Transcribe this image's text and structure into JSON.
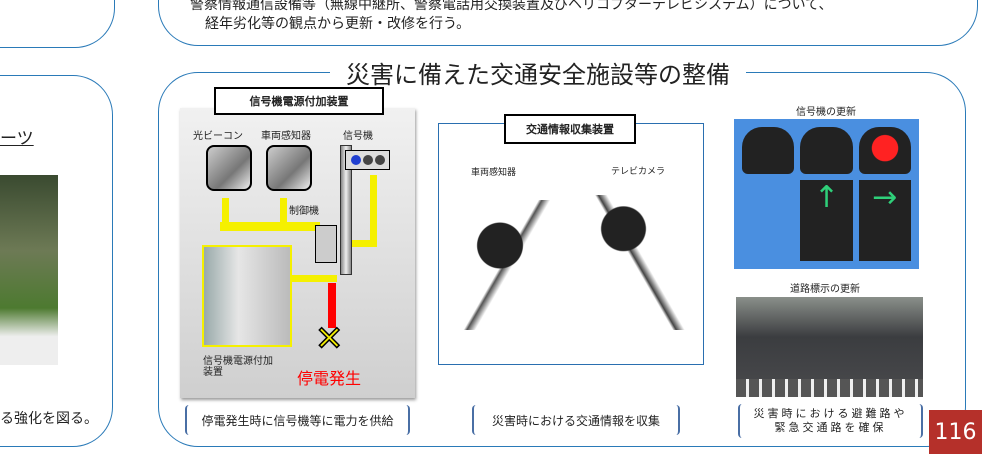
{
  "top_panel": {
    "line1": "警察情報通信設備等（無線中継所、警察電話用交換装置及びヘリコプターテレビシステム）について、",
    "line2": "経年劣化等の観点から更新・改修を行う。"
  },
  "left_panel": {
    "heading_fragment": "ーツ",
    "footer_fragment": "る強化を図る。"
  },
  "section_title": "災害に備えた交通安全施設等の整備",
  "power": {
    "title": "信号機電源付加装置",
    "beacon": "光ビーコン",
    "detector": "車両感知器",
    "signal": "信号機",
    "controller": "制御機",
    "device": "信号機電源付加装置",
    "outage": "停電発生",
    "caption": "停電発生時に信号機等に電力を供給"
  },
  "traffic_info": {
    "title": "交通情報収集装置",
    "detector": "車両感知器",
    "camera": "テレビカメラ",
    "caption": "災害時における交通情報を収集"
  },
  "right": {
    "signal_update": "信号機の更新",
    "sign_update": "道路標示の更新",
    "caption_line1": "災害時における避難路や",
    "caption_line2": "緊急交通路を確保"
  },
  "page_number": "116",
  "colors": {
    "border": "#2a7ab8",
    "page_badge": "#b5302a",
    "arrow": "#f5f000",
    "power_line": "#ff0000"
  }
}
